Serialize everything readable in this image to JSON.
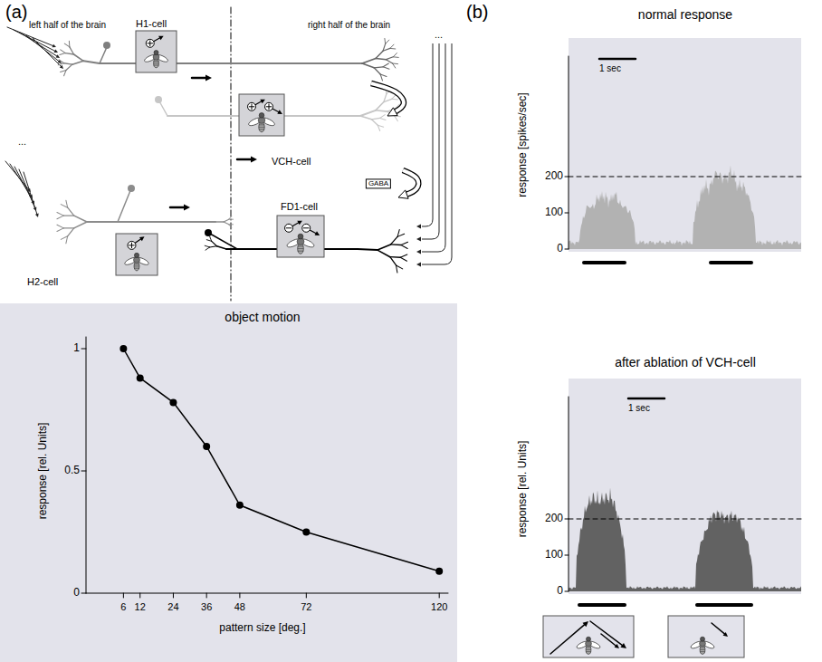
{
  "diagram": {
    "nodes": [
      {
        "text": [
          "H1-cell"
        ]
      },
      {
        "text": [
          "VCH-cell"
        ]
      },
      {
        "text": [
          "H2-cell"
        ]
      },
      {
        "text": [
          "FD1-cell"
        ]
      }
    ],
    "edges": [
      {
        "from": 0,
        "to": 1,
        "arrow": "to"
      },
      {
        "from": 1,
        "to": 3,
        "label": "GABA",
        "arrow": "to"
      }
    ],
    "labels": [
      "(a)",
      "left half of the brain",
      "right half of the brain",
      "...",
      "...",
      "object motion",
      "response [rel. Units]",
      "1",
      "0.5",
      "0",
      "6",
      "12",
      "24",
      "36",
      "48",
      "72",
      "120",
      "pattern size [deg.]",
      "(b)",
      "normal response",
      "1 sec",
      "response [spikes/sec]",
      "200",
      "100",
      "0",
      "after ablation of VCH-cell",
      "1 sec",
      "response [rel. Units]",
      "200",
      "100",
      "0"
    ]
  }
}
